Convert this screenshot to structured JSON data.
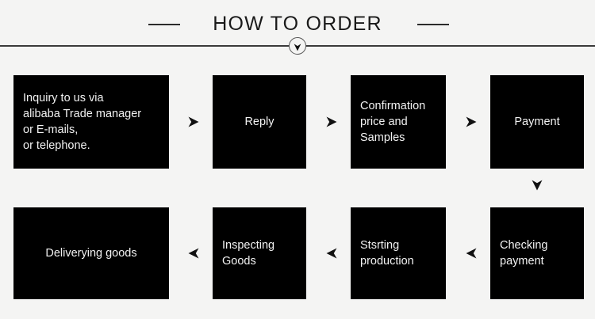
{
  "header": {
    "title": "HOW TO ORDER",
    "dash_left": "dash",
    "dash_right": "dash",
    "badge_icon": "chevron-down-icon"
  },
  "colors": {
    "background": "#f4f4f3",
    "box_fill": "#000000",
    "box_text": "#f2f2f2",
    "rule": "#3a3a3a",
    "title": "#1a1a1a"
  },
  "flow": {
    "steps": [
      {
        "id": "inquiry",
        "text": "Inquiry to us via\nalibaba Trade manager\nor E-mails,\nor telephone.",
        "align": "left",
        "row": 1,
        "order": 1
      },
      {
        "id": "reply",
        "text": "Reply",
        "align": "center",
        "row": 1,
        "order": 2
      },
      {
        "id": "confirmation",
        "text": "Confirmation\nprice and\nSamples",
        "align": "left",
        "row": 1,
        "order": 3
      },
      {
        "id": "payment",
        "text": "Payment",
        "align": "center",
        "row": 1,
        "order": 4
      },
      {
        "id": "checking",
        "text": "Checking\npayment",
        "align": "left",
        "row": 2,
        "order": 5
      },
      {
        "id": "starting",
        "text": "Stsrting\nproduction",
        "align": "left",
        "row": 2,
        "order": 6
      },
      {
        "id": "inspecting",
        "text": "Inspecting\nGoods",
        "align": "left",
        "row": 2,
        "order": 7
      },
      {
        "id": "delivering",
        "text": "Deliverying goods",
        "align": "center",
        "row": 2,
        "order": 8
      }
    ],
    "connectors": [
      {
        "id": "arrow-1",
        "icon": "arrow-right-icon",
        "direction": "right"
      },
      {
        "id": "arrow-2",
        "icon": "arrow-right-icon",
        "direction": "right"
      },
      {
        "id": "arrow-3",
        "icon": "arrow-right-icon",
        "direction": "right"
      },
      {
        "id": "arrow-down",
        "icon": "arrow-down-icon",
        "direction": "down"
      },
      {
        "id": "arrow-4",
        "icon": "arrow-left-icon",
        "direction": "left"
      },
      {
        "id": "arrow-5",
        "icon": "arrow-left-icon",
        "direction": "left"
      },
      {
        "id": "arrow-6",
        "icon": "arrow-left-icon",
        "direction": "left"
      }
    ]
  }
}
